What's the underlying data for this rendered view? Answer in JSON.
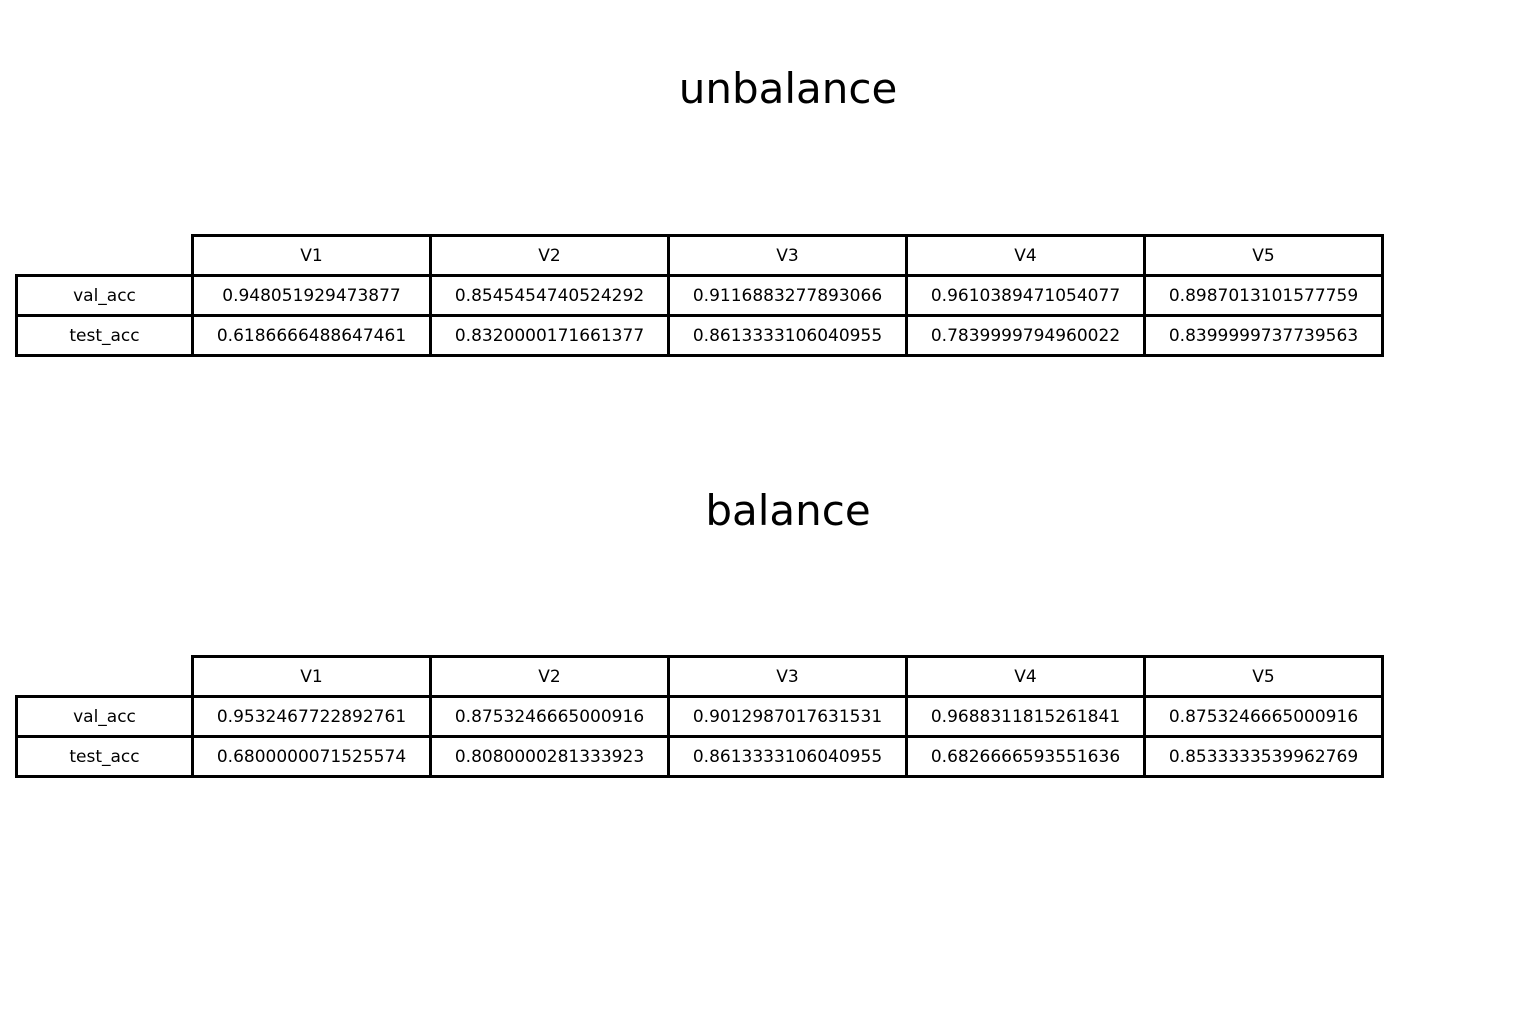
{
  "chart_data": [
    {
      "type": "table",
      "title": "unbalance",
      "columns": [
        "V1",
        "V2",
        "V3",
        "V4",
        "V5"
      ],
      "rows": [
        {
          "label": "val_acc",
          "values": [
            "0.948051929473877",
            "0.8545454740524292",
            "0.9116883277893066",
            "0.9610389471054077",
            "0.8987013101577759"
          ]
        },
        {
          "label": "test_acc",
          "values": [
            "0.6186666488647461",
            "0.8320000171661377",
            "0.8613333106040955",
            "0.7839999794960022",
            "0.8399999737739563"
          ]
        }
      ]
    },
    {
      "type": "table",
      "title": "balance",
      "columns": [
        "V1",
        "V2",
        "V3",
        "V4",
        "V5"
      ],
      "rows": [
        {
          "label": "val_acc",
          "values": [
            "0.9532467722892761",
            "0.8753246665000916",
            "0.9012987017631531",
            "0.9688311815261841",
            "0.8753246665000916"
          ]
        },
        {
          "label": "test_acc",
          "values": [
            "0.6800000071525574",
            "0.8080000281333923",
            "0.8613333106040955",
            "0.6826666593551636",
            "0.8533333539962769"
          ]
        }
      ]
    }
  ]
}
